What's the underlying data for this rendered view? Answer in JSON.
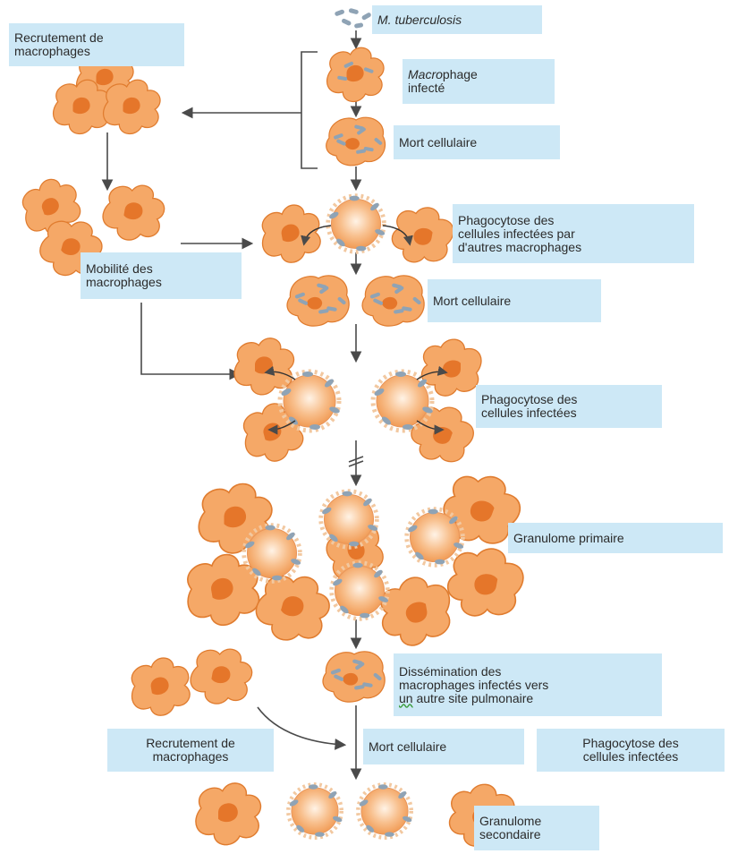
{
  "colors": {
    "cell_fill": "#f5a867",
    "cell_edge": "#e07c2f",
    "nucleus": "#e5762a",
    "bacterium": "#8fa3b5",
    "arrow": "#4a4a4a",
    "label_bg": "#cde8f6"
  },
  "labels": {
    "m_tuberculosis": "M. tuberculosis",
    "macrophage_infecte_italic": "Macro",
    "macrophage_infecte_rest": "phage\ninfecté",
    "mort_cellulaire_1": "Mort cellulaire",
    "recrutement_1": "Recrutement de\nmacrophages",
    "phagocytose_1": "Phagocytose des\ncellules infectées par\nd'autres macrophages",
    "mobilite": "Mobilité des\nmacrophages",
    "mort_cellulaire_2": "Mort cellulaire",
    "phagocytose_2": "Phagocytose des\ncellules infectées",
    "granulome_primaire": "Granulome primaire",
    "dissemination_part1": "Dissémination des\nmacrophages infectés vers\n",
    "dissemination_underlined": "un",
    "dissemination_part2": " autre site pulmonaire",
    "recrutement_2": "Recrutement de\nmacrophages",
    "mort_cellulaire_3": "Mort cellulaire",
    "phagocytose_3": "Phagocytose des\ncellules infectées",
    "granulome_secondaire": "Granulome\nsecondaire"
  }
}
